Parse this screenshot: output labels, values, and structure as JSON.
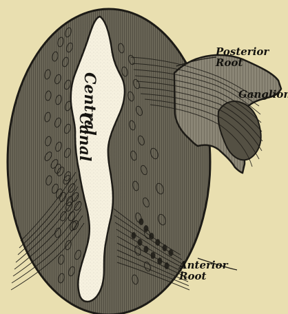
{
  "diagram": {
    "labels": {
      "posterior_root": "Posterior\nRoot",
      "ganglion": "Ganglion",
      "anterior_root": "Anterior\nRoot",
      "central": "Central",
      "canal": "Canal"
    }
  }
}
